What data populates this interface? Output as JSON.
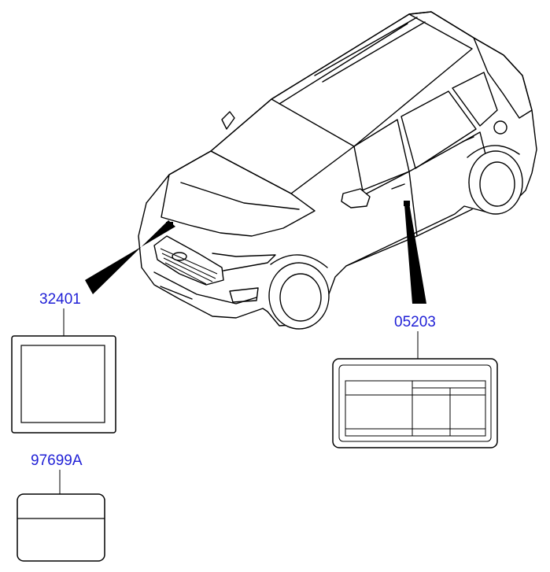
{
  "colors": {
    "part_label": "#1f1fd6",
    "line": "#000000",
    "background": "#ffffff"
  },
  "parts": [
    {
      "number": "32401",
      "part": "square-label"
    },
    {
      "number": "05203",
      "part": "table-label"
    },
    {
      "number": "97699A",
      "part": "two-section-label"
    }
  ]
}
